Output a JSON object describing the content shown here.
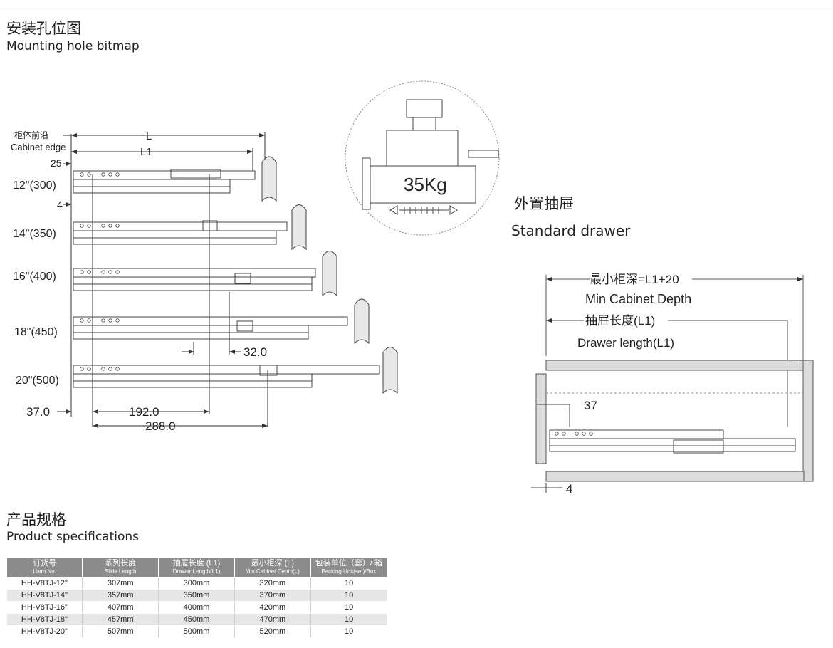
{
  "sections": {
    "mounting": {
      "title_cn": "安装孔位图",
      "title_en": "Mounting hole bitmap"
    },
    "drawer": {
      "title_cn": "外置抽屉",
      "title_en": "Standard drawer"
    },
    "specs": {
      "title_cn": "产品规格",
      "title_en": "Product specifications"
    }
  },
  "left_diagram": {
    "cabinet_edge_cn": "柜体前沿",
    "cabinet_edge_en": "Cabinet edge",
    "dim_L": "L",
    "dim_L1": "L1",
    "dim_25": "25",
    "dim_4": "4",
    "dim_32": "32.0",
    "dim_37": "37.0",
    "dim_192": "192.0",
    "dim_288": "288.0",
    "sizes": [
      "12\"(300)",
      "14\"(350)",
      "16\"(400)",
      "18\"(450)",
      "20\"(500)"
    ]
  },
  "load": {
    "label": "35Kg"
  },
  "right_diagram": {
    "min_depth_cn": "最小柜深=L1+20",
    "min_depth_en": "Min Cabinet Depth",
    "drawer_len_cn": "抽屉长度(L1)",
    "drawer_len_en": "Drawer length(L1)",
    "dim_37": "37",
    "dim_4": "4"
  },
  "spec_table": {
    "headers": [
      {
        "cn": "订货号",
        "en": "Ltem No."
      },
      {
        "cn": "系列长度",
        "en": "Slide Length"
      },
      {
        "cn": "抽屉长度 (L1)",
        "en": "Drawer Length(L1)"
      },
      {
        "cn": "最小柜深 (L)",
        "en": "Min Cabinet Depth(L)"
      },
      {
        "cn": "包装单位（套）/ 箱",
        "en": "Packing Unit(set)/Box"
      }
    ],
    "rows": [
      [
        "HH-V8TJ-12\"",
        "307mm",
        "300mm",
        "320mm",
        "10"
      ],
      [
        "HH-V8TJ-14\"",
        "357mm",
        "350mm",
        "370mm",
        "10"
      ],
      [
        "HH-V8TJ-16\"",
        "407mm",
        "400mm",
        "420mm",
        "10"
      ],
      [
        "HH-V8TJ-18\"",
        "457mm",
        "450mm",
        "470mm",
        "10"
      ],
      [
        "HH-V8TJ-20\"",
        "507mm",
        "500mm",
        "520mm",
        "10"
      ]
    ]
  }
}
